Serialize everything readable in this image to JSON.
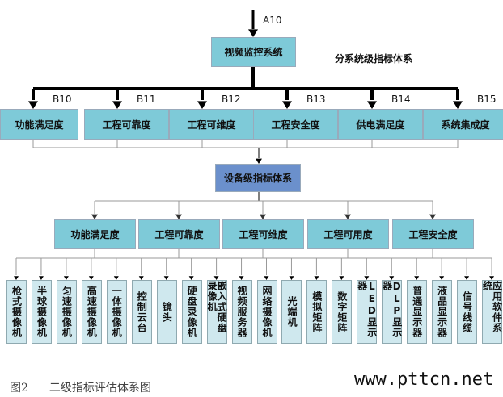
{
  "top": {
    "label": "A10",
    "title": "视频监控系统",
    "side_title": "分系统级指标体系"
  },
  "level1": [
    {
      "code": "B10",
      "label": "功能满足度"
    },
    {
      "code": "B11",
      "label": "工程可靠度"
    },
    {
      "code": "B12",
      "label": "工程可维度"
    },
    {
      "code": "B13",
      "label": "工程安全度"
    },
    {
      "code": "B14",
      "label": "供电满足度"
    },
    {
      "code": "B15",
      "label": "系统集成度"
    }
  ],
  "device_level": "设备级指标体系",
  "level2": [
    "功能满足度",
    "工程可靠度",
    "工程可维度",
    "工程可用度",
    "工程安全度"
  ],
  "devices": [
    "枪式摄像机",
    "半球摄像机",
    "匀速摄像机",
    "高速摄像机",
    "一体摄像机",
    "控制云台",
    "镜头",
    "硬盘录像机",
    "嵌入式硬盘录像机",
    "视频服务器",
    "网络摄像机",
    "光端机",
    "模拟矩阵",
    "数字矩阵",
    "LED显示器",
    "DLP显示器",
    "普通显示器",
    "液晶显示器",
    "信号线缆",
    "应用软件系统"
  ],
  "caption": {
    "fig": "图2",
    "title": "二级指标评估体系图"
  },
  "watermark": "www.pttcn.net",
  "colors": {
    "level1": "#7ecad8",
    "level2": "#6b90cc",
    "device": "#cfe8ee"
  }
}
